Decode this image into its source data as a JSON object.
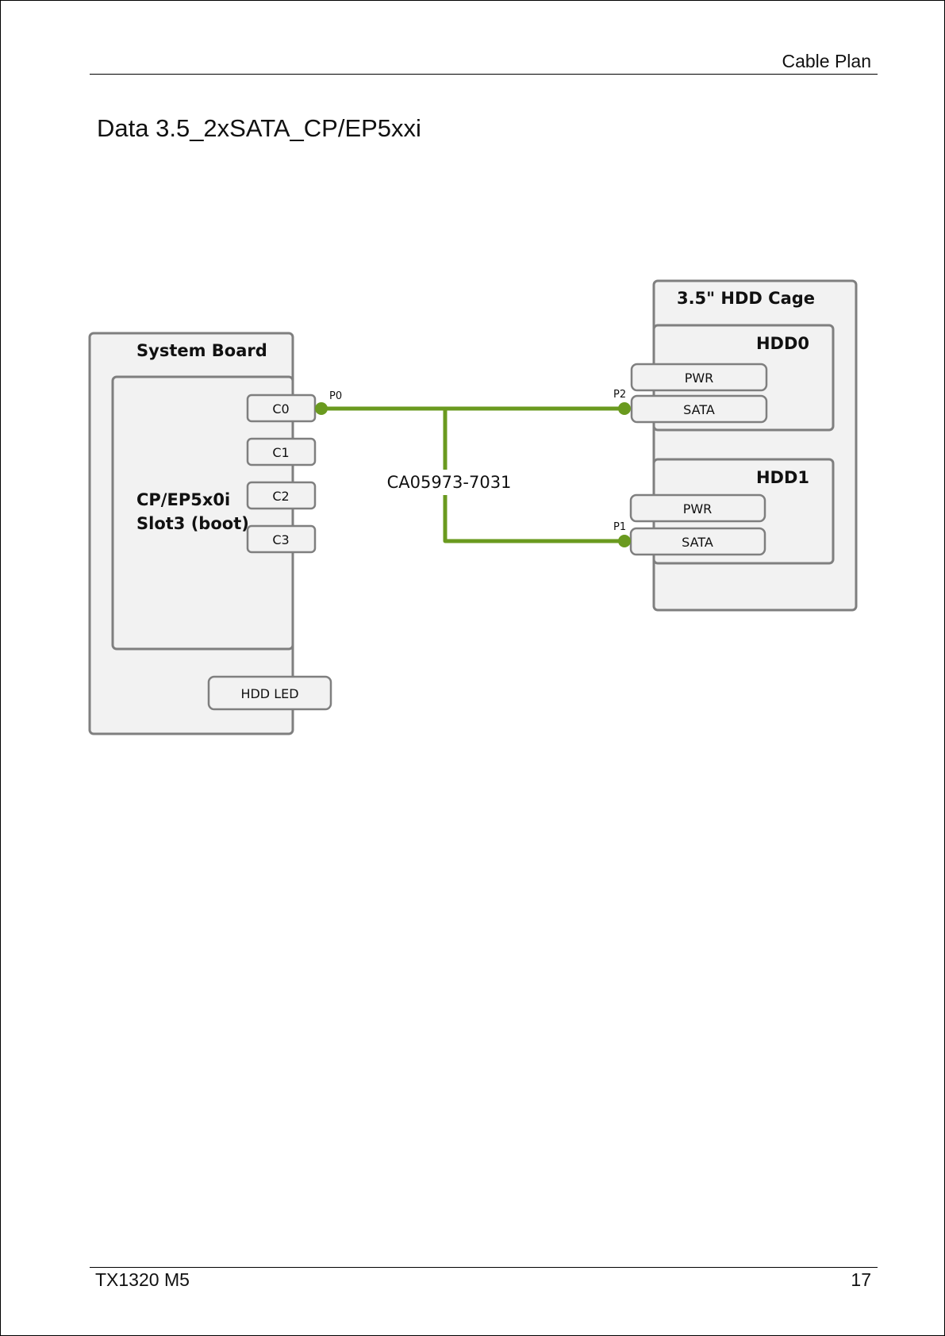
{
  "header": {
    "section_title": "Cable Plan"
  },
  "document": {
    "title": "Data 3.5_2xSATA_CP/EP5xxi"
  },
  "diagram": {
    "system_board": {
      "label": "System Board",
      "controller_label_line1": "CP/EP5x0i",
      "controller_label_line2": "Slot3 (boot)",
      "connectors": [
        "C0",
        "C1",
        "C2",
        "C3"
      ],
      "hdd_led": "HDD LED"
    },
    "hdd_cage": {
      "label": "3.5\" HDD Cage",
      "drives": [
        {
          "name": "HDD0",
          "pwr": "PWR",
          "sata": "SATA"
        },
        {
          "name": "HDD1",
          "pwr": "PWR",
          "sata": "SATA"
        }
      ]
    },
    "cable": {
      "part_number": "CA05973-7031",
      "ports": {
        "p0": "P0",
        "p1": "P1",
        "p2": "P2"
      },
      "color": "#6a9a1f"
    }
  },
  "footer": {
    "model": "TX1320 M5",
    "page_number": "17"
  }
}
